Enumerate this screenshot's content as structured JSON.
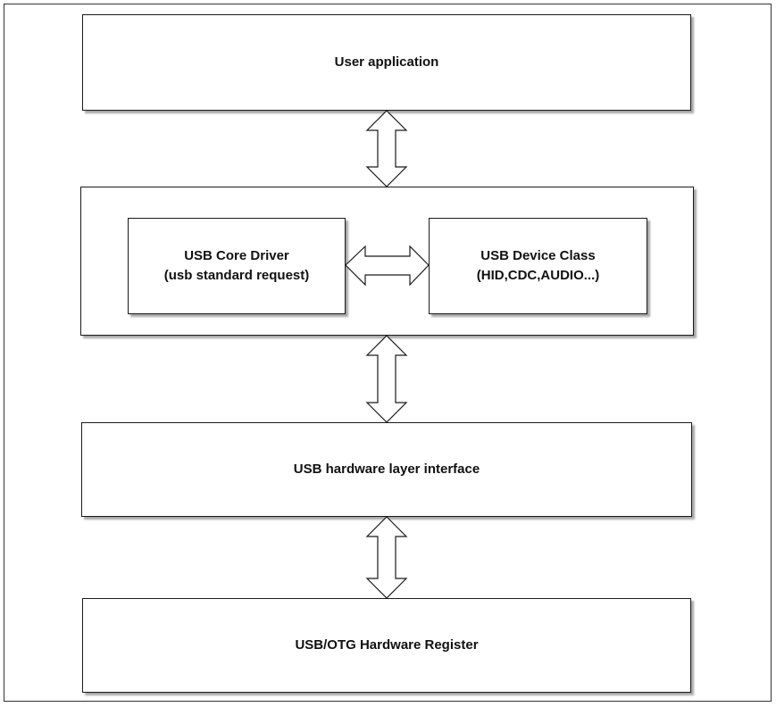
{
  "layers": {
    "user_application": "User application",
    "core_driver": {
      "line1": "USB Core Driver",
      "line2": "(usb standard request)"
    },
    "device_class": {
      "line1": "USB Device Class",
      "line2": "(HID,CDC,AUDIO...)"
    },
    "hardware_interface": "USB hardware layer interface",
    "hardware_register": "USB/OTG Hardware Register"
  },
  "colors": {
    "stroke": "#1a1a1a",
    "fill": "#ffffff"
  }
}
